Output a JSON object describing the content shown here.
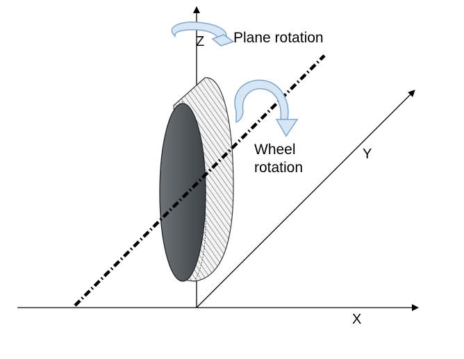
{
  "labels": {
    "z_axis": "Z",
    "y_axis": "Y",
    "x_axis": "X",
    "plane_rotation": "Plane rotation",
    "wheel_line1": "Wheel",
    "wheel_line2": "rotation"
  },
  "colors": {
    "wheel_face": "#555a5f",
    "wheel_edge_light": "#f2f2f2",
    "rotation_arrow_fill": "#d6e6f4",
    "rotation_arrow_stroke": "#7ea6cf",
    "axis": "#000000"
  }
}
